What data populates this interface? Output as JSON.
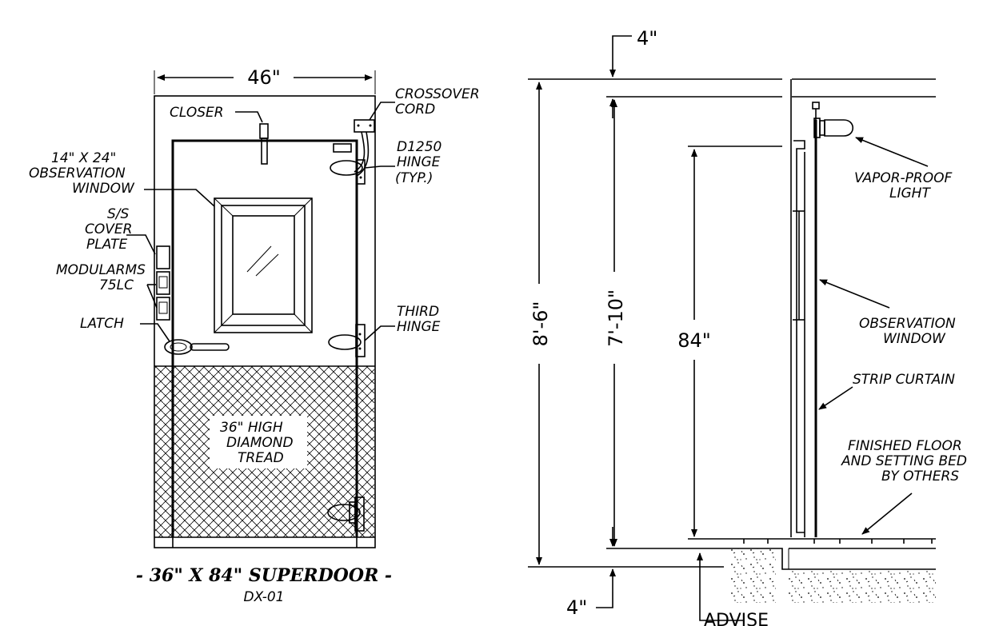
{
  "front_view": {
    "width_dim": "46\"",
    "labels": {
      "closer": "CLOSER",
      "crossover_1": "CROSSOVER",
      "crossover_2": "CORD",
      "obs_window_1": "14\" X 24\"",
      "obs_window_2": "OBSERVATION",
      "obs_window_3": "WINDOW",
      "hinge_1": "D1250",
      "hinge_2": "HINGE",
      "hinge_3": "(TYP.)",
      "cover_1": "S/S",
      "cover_2": "COVER",
      "cover_3": "PLATE",
      "modularms_1": "MODULARMS",
      "modularms_2": "75LC",
      "latch": "LATCH",
      "third_hinge_1": "THIRD",
      "third_hinge_2": "HINGE",
      "tread_1": "36\" HIGH",
      "tread_2": "DIAMOND",
      "tread_3": "TREAD"
    },
    "title": "- 36\" X 84\" SUPERDOOR -",
    "subtitle": "DX-01"
  },
  "side_view": {
    "dims": {
      "top_gap": "4\"",
      "overall": "8'-6\"",
      "inner": "7'-10\"",
      "door_height": "84\"",
      "bottom_gap": "4\""
    },
    "labels": {
      "light_1": "VAPOR-PROOF",
      "light_2": "LIGHT",
      "obs_1": "OBSERVATION",
      "obs_2": "WINDOW",
      "strip": "STRIP  CURTAIN",
      "floor_1": "FINISHED  FLOOR",
      "floor_2": "AND  SETTING  BED",
      "floor_3": "BY  OTHERS",
      "advise": "ADVISE"
    }
  }
}
